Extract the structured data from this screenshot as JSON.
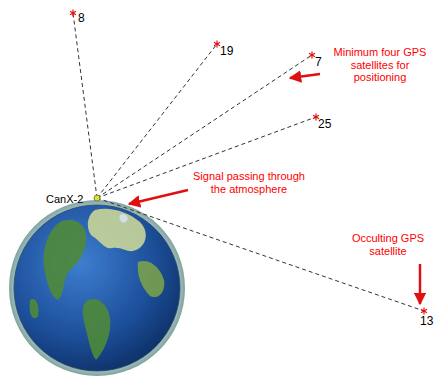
{
  "diagram": {
    "labels": [
      "8",
      "19",
      "7",
      "25",
      "13",
      "CanX-2",
      "Minimum four GPS satellites for positioning",
      "Signal passing through the atmosphere",
      "Occulting GPS satellite"
    ]
  }
}
